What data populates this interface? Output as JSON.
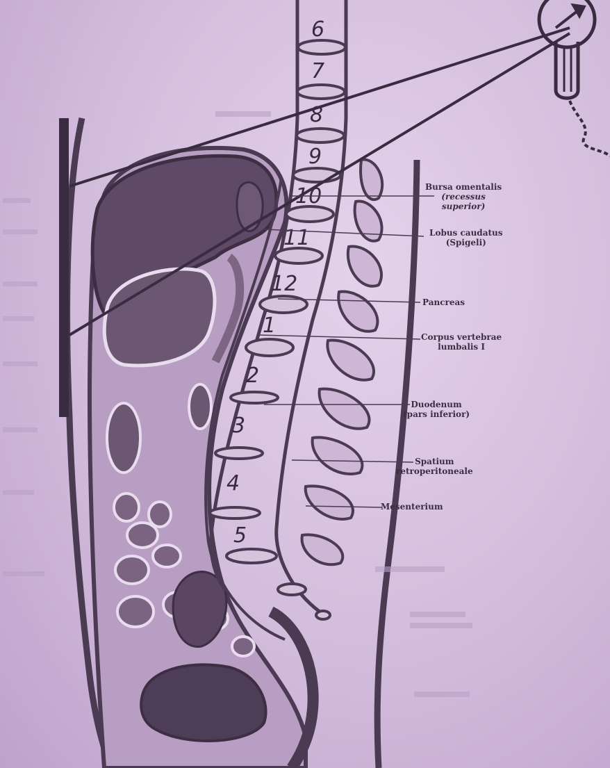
{
  "colors": {
    "background": "#d4bedd",
    "organ_dark": "#5e4a66",
    "ink": "#3b2d42",
    "line": "#4a3a52"
  },
  "vertebrae_numbers": [
    "6",
    "7",
    "8",
    "9",
    "10",
    "11",
    "12",
    "1",
    "2",
    "3",
    "4",
    "5"
  ],
  "labels": {
    "bursa": {
      "line1": "Bursa omentalis",
      "line2": "(recessus",
      "line3": "superior)"
    },
    "lobus": {
      "line1": "Lobus caudatus",
      "line2": "(Spigeli)"
    },
    "pancreas": {
      "line1": "Pancreas"
    },
    "corpus": {
      "line1": "Corpus vertebrae",
      "line2": "lumbalis I"
    },
    "duodenum": {
      "line1": "Duodenum",
      "line2": "(pars inferior)"
    },
    "spatium": {
      "line1": "Spatium",
      "line2": "retroperitoneale"
    },
    "mesenterium": {
      "line1": "Mesenterium"
    }
  },
  "icons": {
    "lamp": "x-ray-tube-icon"
  }
}
